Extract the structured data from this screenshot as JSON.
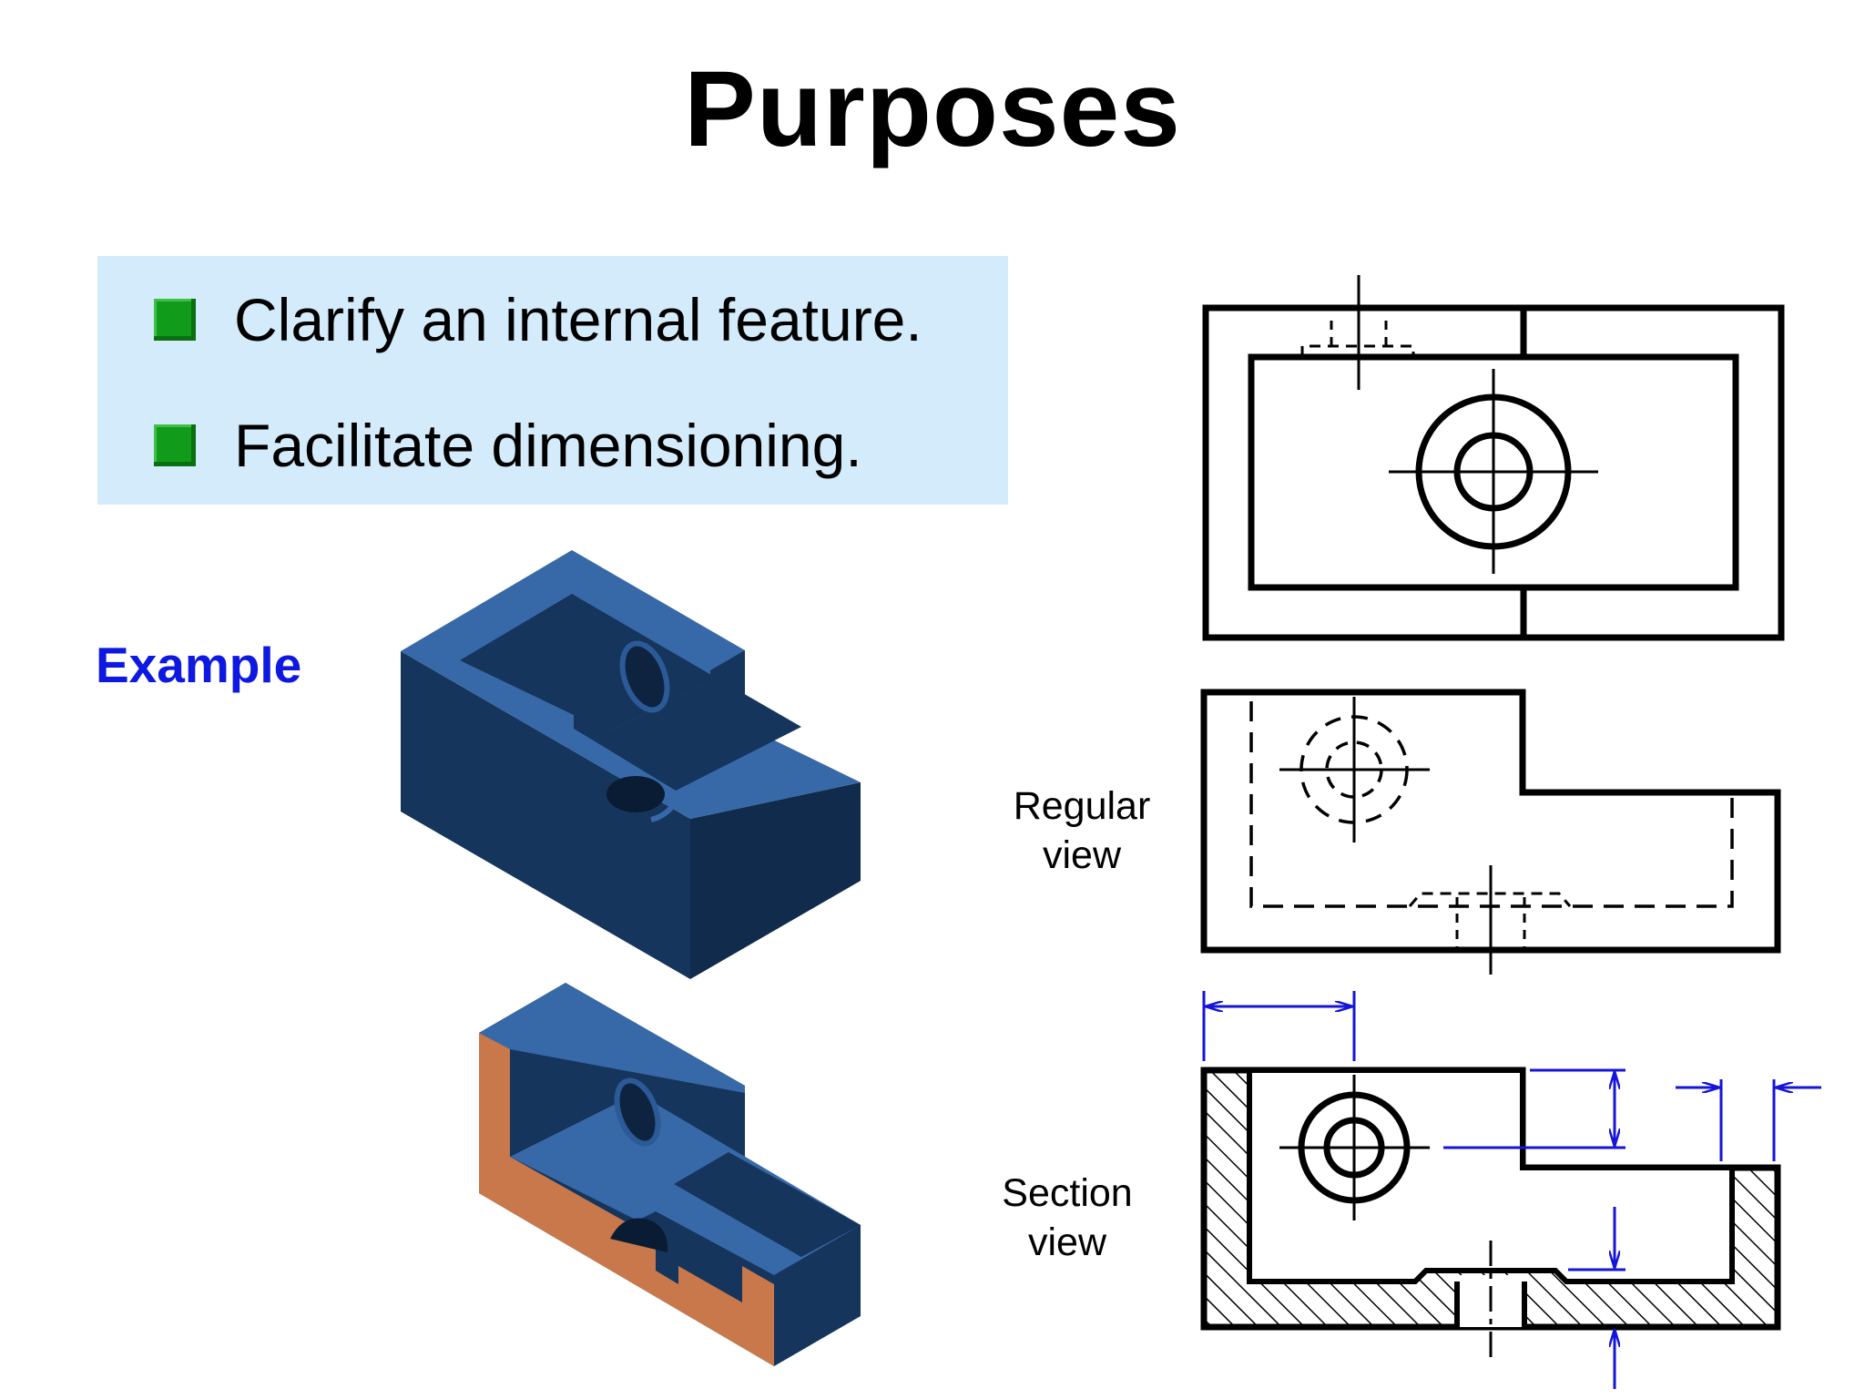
{
  "title": "Purposes",
  "bullets": [
    {
      "icon": "green-square-bullet-icon",
      "text": "Clarify an internal feature."
    },
    {
      "icon": "green-square-bullet-icon",
      "text": "Facilitate dimensioning."
    }
  ],
  "example_label": "Example",
  "views": {
    "regular": [
      "Regular",
      "view"
    ],
    "section": [
      "Section",
      "view"
    ]
  },
  "colors": {
    "bullet_bg": "#d3ebfa",
    "bullet_square": "#119b1b",
    "example": "#0d18e0",
    "solid_top": "#3768a8",
    "solid_dark": "#15355c",
    "section_cut": "#c8784a",
    "dimension": "#1515d8"
  }
}
